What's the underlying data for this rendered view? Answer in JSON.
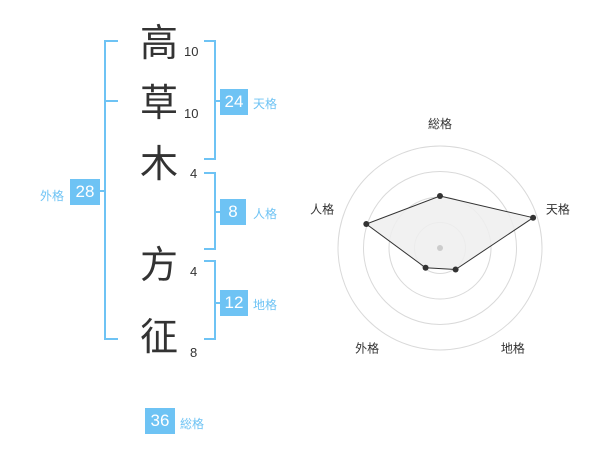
{
  "colors": {
    "accent": "#6ec3f4",
    "text": "#333333",
    "chart_fill": "#eeeeee",
    "ring": "#d9d9d9"
  },
  "name": {
    "characters": [
      {
        "char": "高",
        "strokes": "10"
      },
      {
        "char": "草",
        "strokes": "10"
      },
      {
        "char": "木",
        "strokes": "4"
      },
      {
        "char": "方",
        "strokes": "4"
      },
      {
        "char": "征",
        "strokes": "8"
      }
    ]
  },
  "fortunes": {
    "tenkaku": {
      "value": "24",
      "label": "天格"
    },
    "jinkaku": {
      "value": "8",
      "label": "人格"
    },
    "chikaku": {
      "value": "12",
      "label": "地格"
    },
    "gaikaku": {
      "value": "28",
      "label": "外格"
    },
    "soukaku": {
      "value": "36",
      "label": "総格"
    }
  },
  "chart_data": {
    "type": "radar",
    "axes": [
      "総格",
      "天格",
      "地格",
      "外格",
      "人格"
    ],
    "values": [
      0.51,
      0.96,
      0.26,
      0.24,
      0.76
    ],
    "range": [
      0,
      1
    ],
    "rings": 4
  }
}
